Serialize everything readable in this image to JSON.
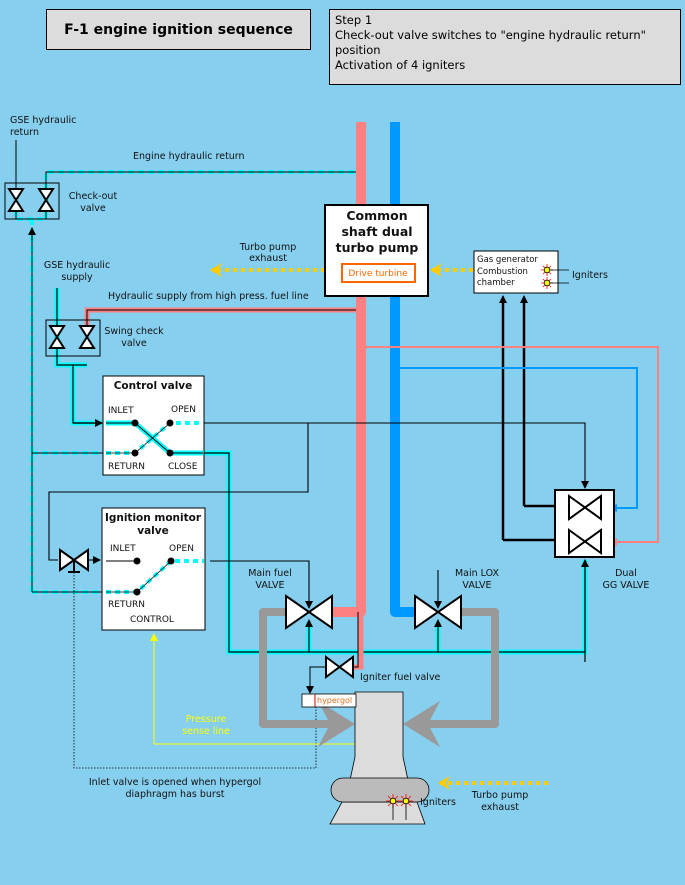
{
  "title": "F-1 engine ignition sequence",
  "step": {
    "heading": "Step 1",
    "lines": [
      "Check-out valve switches to \"engine hydraulic return\" position",
      "Activation of 4 igniters"
    ]
  },
  "labels": {
    "gse_return": [
      "GSE hydraulic",
      "return"
    ],
    "engine_return": "Engine hydraulic return",
    "checkout_valve": [
      "Check-out",
      "valve"
    ],
    "turbo_exhaust_top": [
      "Turbo pump",
      "exhaust"
    ],
    "gse_supply": [
      "GSE hydraulic",
      "supply"
    ],
    "hyd_supply": "Hydraulic supply from high press. fuel line",
    "swing_check": [
      "Swing check",
      "valve"
    ],
    "turbopump": [
      "Common",
      "shaft dual",
      "turbo pump"
    ],
    "drive_turbine": "Drive turbine",
    "gas_generator": [
      "Gas generator",
      "Combustion",
      "chamber"
    ],
    "igniters_gg": "Igniters",
    "control_valve": {
      "title": "Control valve",
      "inlet": "INLET",
      "open": "OPEN",
      "return": "RETURN",
      "close": "CLOSE"
    },
    "ignition_monitor": {
      "title": [
        "Ignition monitor",
        "valve"
      ],
      "inlet": "INLET",
      "open": "OPEN",
      "return": "RETURN",
      "control": "CONTROL"
    },
    "main_fuel": [
      "Main fuel",
      "VALVE"
    ],
    "main_lox": [
      "Main LOX",
      "VALVE"
    ],
    "dual_gg": [
      "Dual",
      "GG VALVE"
    ],
    "igniter_fuel_valve": "Igniter fuel valve",
    "hypergol": "hypergol",
    "pressure_sense": [
      "Pressure",
      "sense line"
    ],
    "inlet_note": [
      "Inlet valve is opened when hypergol",
      "diaphragm has burst"
    ],
    "igniters_chamber": "Igniters",
    "turbo_exhaust_bottom": [
      "Turbo pump",
      "exhaust"
    ]
  },
  "colors": {
    "background": "#87cfef",
    "fuel": "#ff8080",
    "lox": "#0099ff",
    "hydraulic": "#00ffff",
    "exhaust": "#ffcc00",
    "pressure_sense": "#ffff00",
    "drive_turbine": "#ff6600"
  }
}
